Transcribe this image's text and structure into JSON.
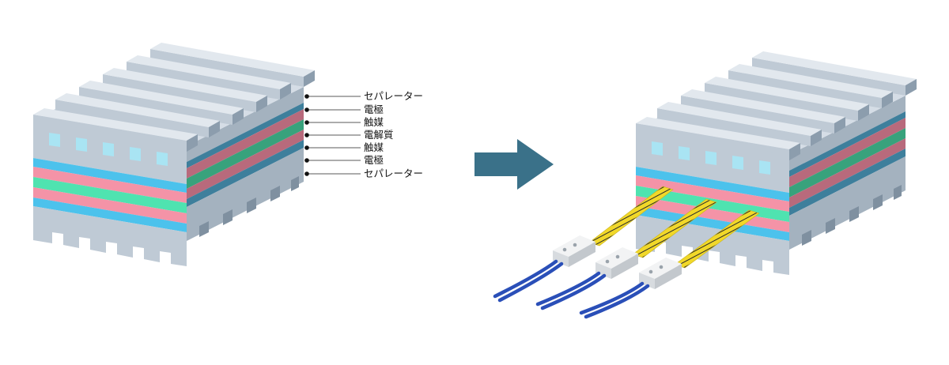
{
  "labels": {
    "separator_top": "セパレーター",
    "electrode_top": "電極",
    "catalyst_top": "触媒",
    "electrolyte": "電解質",
    "catalyst_bottom": "触媒",
    "electrode_bottom": "電極",
    "separator_bottom": "セパレーター"
  },
  "colors": {
    "separator_front": "#bfcad5",
    "separator_top": "#d5dde6",
    "separator_side": "#a4b2bf",
    "separator_dark": "#8c9dad",
    "channel_window": "#a9e4f3",
    "electrode_front": "#4cc2ec",
    "electrode_side": "#3e7f9c",
    "catalyst_front": "#f493a7",
    "catalyst_side": "#b86a7c",
    "electrolyte_front": "#4fe3b0",
    "electrolyte_side": "#38a27c",
    "arrow": "#3a7189",
    "sensor_body": "#e8eaec",
    "sensor_yellow": "#f1d829",
    "cable_blue": "#2a4fb8"
  },
  "icons": {
    "arrow": "right-arrow-icon"
  }
}
